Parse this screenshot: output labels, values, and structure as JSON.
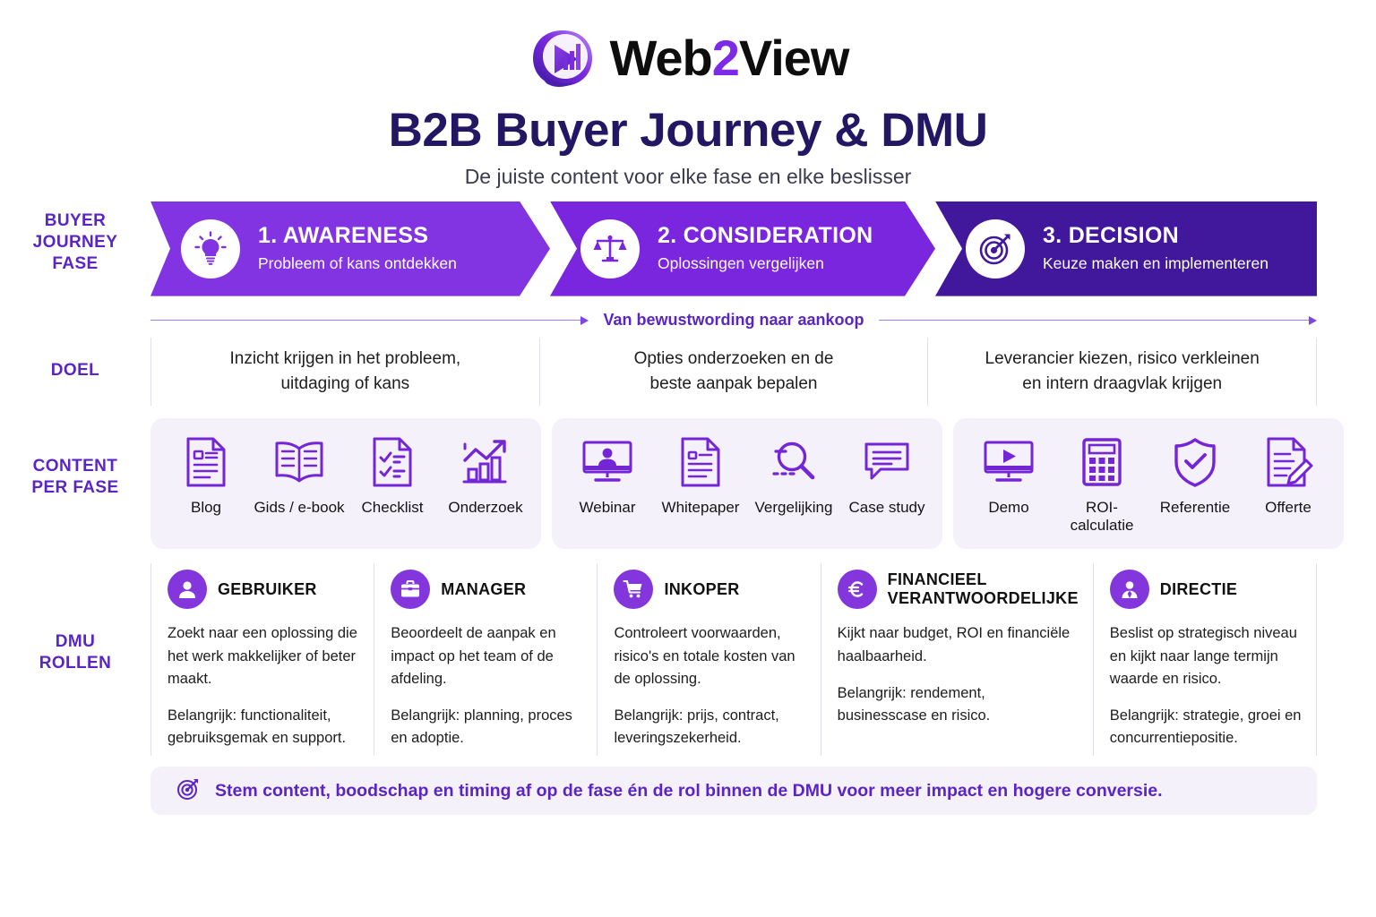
{
  "brand": {
    "name_part1": "Web",
    "name_accent": "2",
    "name_part2": "View",
    "logo_icon": "eye-play-chart-logo"
  },
  "header": {
    "title": "B2B Buyer Journey & DMU",
    "subtitle": "De juiste content voor elke fase en elke beslisser"
  },
  "colors": {
    "phase1": "#8334e2",
    "phase2": "#7a26de",
    "phase3": "#41179b",
    "accent": "#5a24c7",
    "title": "#231663",
    "card_bg": "#f4f1fb",
    "role_icon_bg": "#8436dd"
  },
  "rows": {
    "phase_label": "BUYER\nJOURNEY\nFASE",
    "phase_label_l1": "BUYER",
    "phase_label_l2": "JOURNEY",
    "phase_label_l3": "FASE",
    "goal_label": "DOEL",
    "content_label_l1": "CONTENT",
    "content_label_l2": "PER FASE",
    "dmu_label_l1": "DMU",
    "dmu_label_l2": "ROLLEN"
  },
  "phases": [
    {
      "title": "1. AWARENESS",
      "subtitle": "Probleem of kans ontdekken",
      "icon": "lightbulb-icon"
    },
    {
      "title": "2. CONSIDERATION",
      "subtitle": "Oplossingen vergelijken",
      "icon": "scales-icon"
    },
    {
      "title": "3. DECISION",
      "subtitle": "Keuze maken en implementeren",
      "icon": "target-dart-icon"
    }
  ],
  "progress": {
    "text": "Van bewustwording naar aankoop"
  },
  "goals": [
    "Inzicht krijgen in het probleem, uitdaging of kans",
    "Opties onderzoeken en de beste aanpak bepalen",
    "Leverancier kiezen, risico verkleinen en intern draagvlak krijgen"
  ],
  "goals_lines": [
    {
      "l1": "Inzicht krijgen in het probleem,",
      "l2": "uitdaging of kans"
    },
    {
      "l1": "Opties onderzoeken en de",
      "l2": "beste aanpak bepalen"
    },
    {
      "l1": "Leverancier kiezen, risico verkleinen",
      "l2": "en intern draagvlak krijgen"
    }
  ],
  "content_groups": [
    {
      "items": [
        {
          "label": "Blog",
          "icon": "document-text-icon"
        },
        {
          "label": "Gids / e-book",
          "icon": "open-book-icon"
        },
        {
          "label": "Checklist",
          "icon": "checklist-document-icon"
        },
        {
          "label": "Onderzoek",
          "icon": "growth-chart-icon"
        }
      ]
    },
    {
      "items": [
        {
          "label": "Webinar",
          "icon": "monitor-person-icon"
        },
        {
          "label": "Whitepaper",
          "icon": "document-lines-icon"
        },
        {
          "label": "Vergelijking",
          "icon": "magnifier-icon"
        },
        {
          "label": "Case study",
          "icon": "speech-bubble-icon"
        }
      ]
    },
    {
      "items": [
        {
          "label": "Demo",
          "icon": "monitor-play-icon"
        },
        {
          "label": "ROI-calculatie",
          "label_l1": "ROI-",
          "label_l2": "calculatie",
          "icon": "calculator-icon"
        },
        {
          "label": "Referentie",
          "icon": "shield-check-icon"
        },
        {
          "label": "Offerte",
          "icon": "document-pencil-icon"
        }
      ]
    }
  ],
  "dmu_roles": [
    {
      "name": "GEBRUIKER",
      "name_l1": "GEBRUIKER",
      "name_l2": "",
      "icon": "user-person-icon",
      "description": "Zoekt naar een oplossing die het werk makkelijker of beter maakt.",
      "key": "Belangrijk: functionaliteit, gebruiksgemak en support."
    },
    {
      "name": "MANAGER",
      "name_l1": "MANAGER",
      "name_l2": "",
      "icon": "briefcase-icon",
      "description": "Beoordeelt de aanpak en impact op het team of de afdeling.",
      "key": "Belangrijk: planning, proces en adoptie."
    },
    {
      "name": "INKOPER",
      "name_l1": "INKOPER",
      "name_l2": "",
      "icon": "shopping-cart-icon",
      "description": "Controleert voorwaarden, risico's en totale kosten van de oplossing.",
      "key": "Belangrijk: prijs, contract, leveringszekerheid."
    },
    {
      "name": "FINANCIEEL VERANTWOORDELIJKE",
      "name_l1": "FINANCIEEL",
      "name_l2": "VERANTWOORDELIJKE",
      "icon": "euro-currency-icon",
      "description": "Kijkt naar budget, ROI en financiële haalbaarheid.",
      "key": "Belangrijk: rendement, businesscase en risico."
    },
    {
      "name": "DIRECTIE",
      "name_l1": "DIRECTIE",
      "name_l2": "",
      "icon": "executive-person-icon",
      "description": "Beslist op strategisch niveau en kijkt naar lange termijn waarde en risico.",
      "key": "Belangrijk: strategie, groei en concurrentiepositie."
    }
  ],
  "footer": {
    "icon": "target-dart-icon",
    "text": "Stem content, boodschap en timing af op de fase én de rol binnen de DMU voor meer impact en hogere conversie."
  }
}
